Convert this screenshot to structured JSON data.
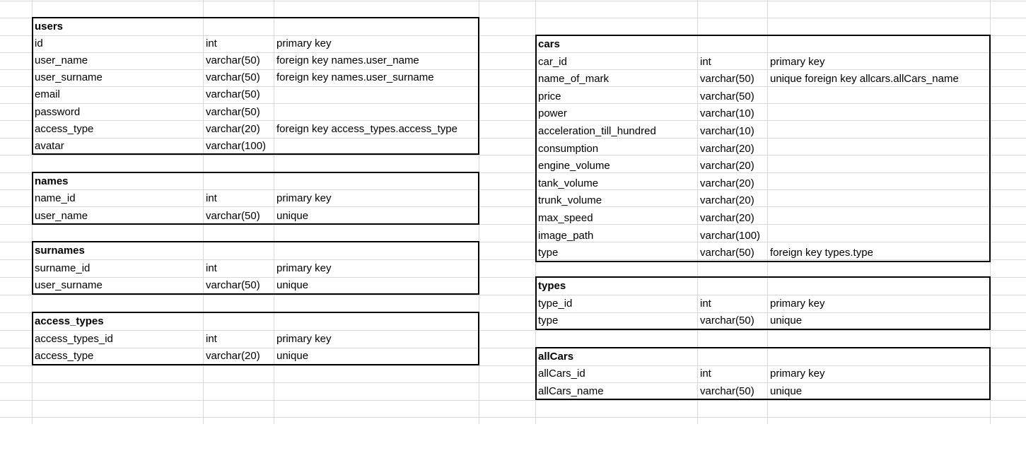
{
  "left_tables": [
    {
      "name": "users",
      "rows": [
        [
          "id",
          "int",
          "primary key"
        ],
        [
          "user_name",
          "varchar(50)",
          "foreign key names.user_name"
        ],
        [
          "user_surname",
          "varchar(50)",
          "foreign key names.user_surname"
        ],
        [
          "email",
          "varchar(50)",
          ""
        ],
        [
          "password",
          "varchar(50)",
          ""
        ],
        [
          "access_type",
          "varchar(20)",
          "foreign key access_types.access_type"
        ],
        [
          "avatar",
          "varchar(100)",
          ""
        ]
      ]
    },
    {
      "name": "names",
      "rows": [
        [
          "name_id",
          "int",
          "primary key"
        ],
        [
          "user_name",
          "varchar(50)",
          "unique"
        ]
      ]
    },
    {
      "name": "surnames",
      "rows": [
        [
          "surname_id",
          "int",
          "primary key"
        ],
        [
          "user_surname",
          "varchar(50)",
          "unique"
        ]
      ]
    },
    {
      "name": "access_types",
      "rows": [
        [
          "access_types_id",
          "int",
          "primary key"
        ],
        [
          "access_type",
          "varchar(20)",
          "unique"
        ]
      ]
    }
  ],
  "right_tables": [
    {
      "name": "cars",
      "rows": [
        [
          "car_id",
          "int",
          "primary key"
        ],
        [
          "name_of_mark",
          "varchar(50)",
          "unique foreign key allcars.allCars_name"
        ],
        [
          "price",
          "varchar(50)",
          ""
        ],
        [
          "power",
          "varchar(10)",
          ""
        ],
        [
          "acceleration_till_hundred",
          "varchar(10)",
          ""
        ],
        [
          "consumption",
          "varchar(20)",
          ""
        ],
        [
          "engine_volume",
          "varchar(20)",
          ""
        ],
        [
          "tank_volume",
          "varchar(20)",
          ""
        ],
        [
          "trunk_volume",
          "varchar(20)",
          ""
        ],
        [
          "max_speed",
          "varchar(20)",
          ""
        ],
        [
          "image_path",
          "varchar(100)",
          ""
        ],
        [
          "type",
          "varchar(50)",
          "foreign key types.type"
        ]
      ]
    },
    {
      "name": "types",
      "rows": [
        [
          "type_id",
          "int",
          "primary key"
        ],
        [
          "type",
          "varchar(50)",
          "unique"
        ]
      ]
    },
    {
      "name": "allCars",
      "rows": [
        [
          "allCars_id",
          "int",
          "primary key"
        ],
        [
          "allCars_name",
          "varchar(50)",
          "unique"
        ]
      ]
    }
  ]
}
